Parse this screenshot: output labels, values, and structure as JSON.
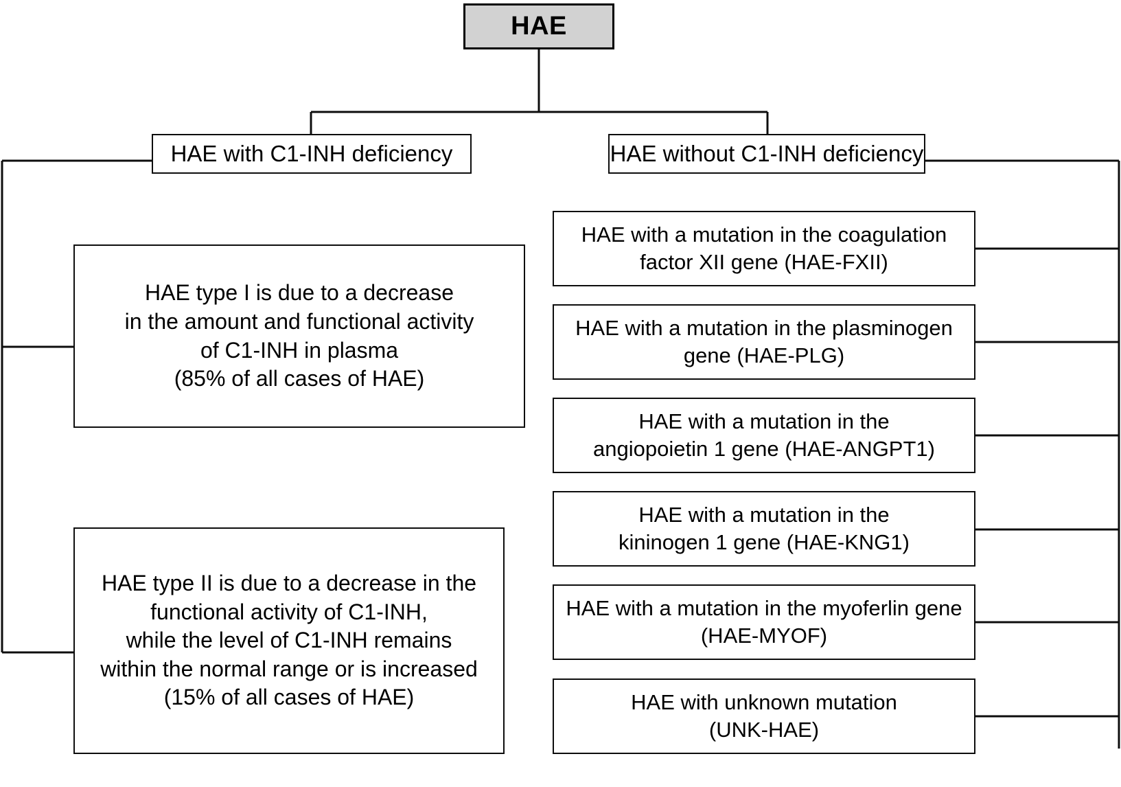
{
  "diagram": {
    "title": "HAE classification flowchart",
    "colors": {
      "root_fill": "#d2d2d2",
      "box_fill": "#ffffff",
      "line": "#0d0d0d",
      "text": "#000000"
    },
    "root": {
      "label": "HAE"
    },
    "branches": [
      {
        "id": "with-c1inh",
        "label": "HAE with C1-INH deficiency"
      },
      {
        "id": "without-c1inh",
        "label": "HAE without C1-INH deficiency"
      }
    ],
    "c1inh_types": [
      {
        "id": "hae-type-1",
        "label": "HAE type I is due to a decrease\nin the amount and functional activity\nof C1-INH in plasma\n(85% of all cases of HAE)",
        "percent": "85%"
      },
      {
        "id": "hae-type-2",
        "label": "HAE type II is due to a decrease in the\nfunctional activity of C1-INH,\nwhile the level of C1-INH remains\nwithin the normal range or is increased\n(15% of all cases of HAE)",
        "percent": "15%"
      }
    ],
    "mutation_types": [
      {
        "id": "hae-fxii",
        "label": "HAE with a mutation in the coagulation\nfactor XII gene (HAE-FXII)",
        "abbr": "HAE-FXII"
      },
      {
        "id": "hae-plg",
        "label": "HAE with a mutation in the plasminogen\ngene (HAE-PLG)",
        "abbr": "HAE-PLG"
      },
      {
        "id": "hae-angpt1",
        "label": "HAE with a mutation in the\nangiopoietin 1 gene (HAE-ANGPT1)",
        "abbr": "HAE-ANGPT1"
      },
      {
        "id": "hae-kng1",
        "label": "HAE with a mutation in the\nkininogen 1 gene (HAE-KNG1)",
        "abbr": "HAE-KNG1"
      },
      {
        "id": "hae-myof",
        "label": "HAE with a mutation in the myoferlin gene\n(HAE-MYOF)",
        "abbr": "HAE-MYOF"
      },
      {
        "id": "unk-hae",
        "label": "HAE with unknown mutation\n(UNK-HAE)",
        "abbr": "UNK-HAE"
      }
    ]
  }
}
